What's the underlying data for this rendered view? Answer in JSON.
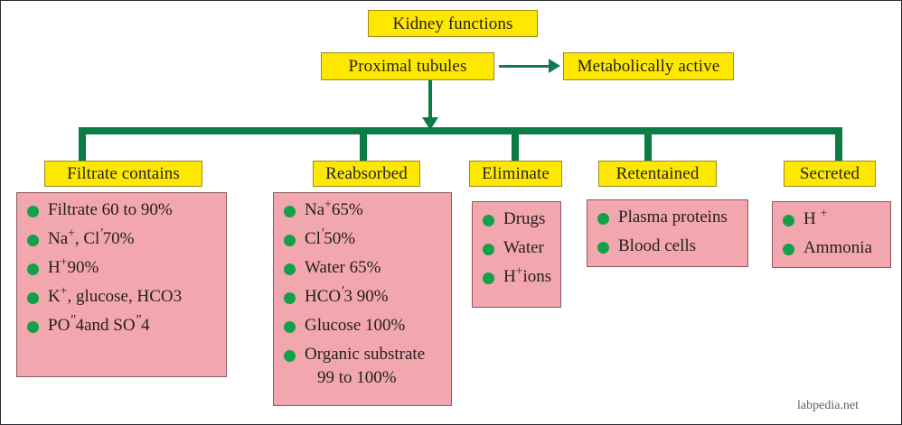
{
  "diagram": {
    "title_box": "Kidney functions",
    "subtitle_box": "Proximal tubules",
    "side_box": "Metabolically active",
    "watermark": "labpedia.net",
    "colors": {
      "box_fill": "#ffe800",
      "box_border": "#9a8b1f",
      "panel_fill": "#f2a6ad",
      "panel_border": "#8c5a61",
      "connector": "#0a7c44",
      "bullet": "#13a04a",
      "text": "#231f20"
    },
    "branches": [
      {
        "label": "Filtrate contains",
        "items": [
          {
            "parts": [
              {
                "t": "Filtrate 60 to 90%"
              }
            ]
          },
          {
            "parts": [
              {
                "t": "Na"
              },
              {
                "sup": "+"
              },
              {
                "t": ", Cl"
              },
              {
                "prime": "′"
              },
              {
                "t": "70%"
              }
            ]
          },
          {
            "parts": [
              {
                "t": "H"
              },
              {
                "sup": "+"
              },
              {
                "t": "90%"
              }
            ]
          },
          {
            "parts": [
              {
                "t": "K"
              },
              {
                "sup": "+"
              },
              {
                "t": ", glucose, HCO3"
              }
            ]
          },
          {
            "parts": [
              {
                "t": "PO"
              },
              {
                "prime": "″"
              },
              {
                "t": "4and SO"
              },
              {
                "prime": "″"
              },
              {
                "t": "4"
              }
            ]
          }
        ]
      },
      {
        "label": "Reabsorbed",
        "items": [
          {
            "parts": [
              {
                "t": "Na"
              },
              {
                "sup": "+"
              },
              {
                "t": "65%"
              }
            ]
          },
          {
            "parts": [
              {
                "t": "Cl"
              },
              {
                "prime": "′"
              },
              {
                "t": "50%"
              }
            ]
          },
          {
            "parts": [
              {
                "t": "Water 65%"
              }
            ]
          },
          {
            "parts": [
              {
                "t": "HCO"
              },
              {
                "prime": "′"
              },
              {
                "t": "3 90%"
              }
            ]
          },
          {
            "parts": [
              {
                "t": "Glucose 100%"
              }
            ]
          },
          {
            "parts": [
              {
                "t": "Organic substrate"
              }
            ],
            "cont": "99 to 100%"
          }
        ]
      },
      {
        "label": "Eliminate",
        "items": [
          {
            "parts": [
              {
                "t": "Drugs"
              }
            ]
          },
          {
            "parts": [
              {
                "t": "Water"
              }
            ]
          },
          {
            "parts": [
              {
                "t": "H"
              },
              {
                "sup": "+"
              },
              {
                "t": "ions"
              }
            ]
          }
        ]
      },
      {
        "label": "Retentained",
        "items": [
          {
            "parts": [
              {
                "t": "Plasma proteins"
              }
            ]
          },
          {
            "parts": [
              {
                "t": "Blood cells"
              }
            ]
          }
        ]
      },
      {
        "label": "Secreted",
        "items": [
          {
            "parts": [
              {
                "t": "H "
              },
              {
                "sup": "+"
              }
            ]
          },
          {
            "parts": [
              {
                "t": "Ammonia"
              }
            ]
          }
        ]
      }
    ]
  }
}
